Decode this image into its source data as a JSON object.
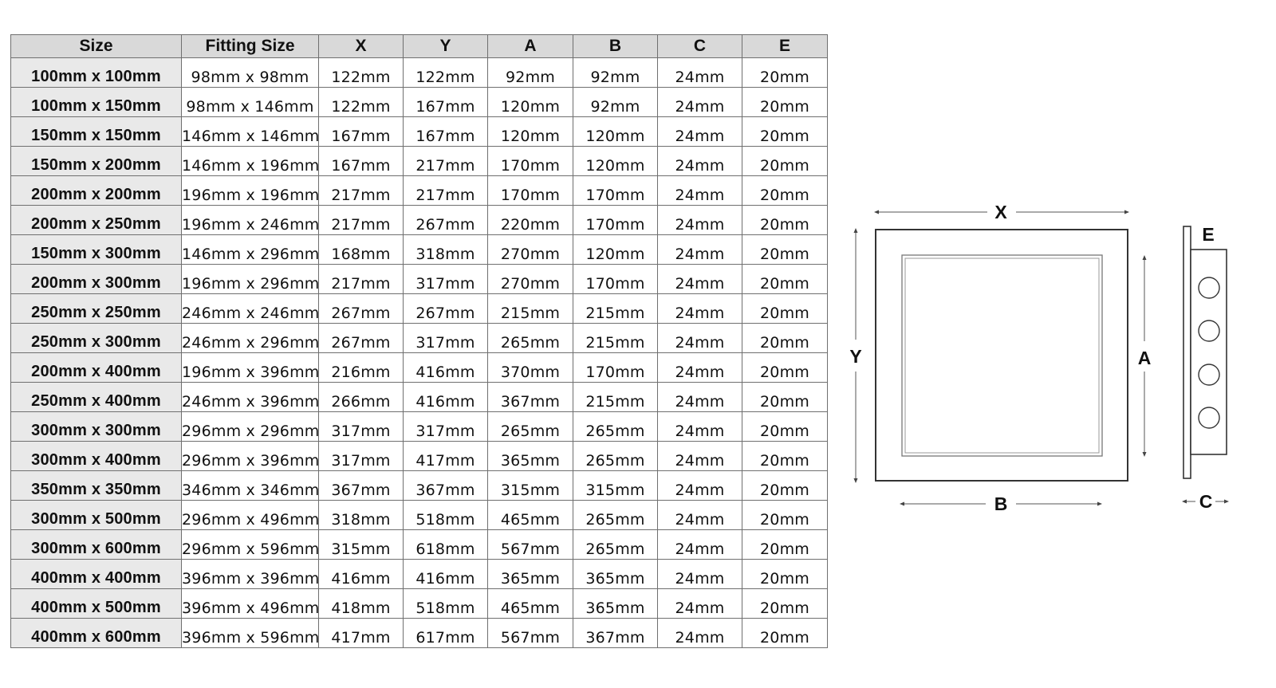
{
  "table": {
    "headers": [
      "Size",
      "Fitting Size",
      "X",
      "Y",
      "A",
      "B",
      "C",
      "E"
    ],
    "rows": [
      [
        "100mm x 100mm",
        "98mm x 98mm",
        "122mm",
        "122mm",
        "92mm",
        "92mm",
        "24mm",
        "20mm"
      ],
      [
        "100mm x 150mm",
        "98mm x 146mm",
        "122mm",
        "167mm",
        "120mm",
        "92mm",
        "24mm",
        "20mm"
      ],
      [
        "150mm x 150mm",
        "146mm x 146mm",
        "167mm",
        "167mm",
        "120mm",
        "120mm",
        "24mm",
        "20mm"
      ],
      [
        "150mm x 200mm",
        "146mm x 196mm",
        "167mm",
        "217mm",
        "170mm",
        "120mm",
        "24mm",
        "20mm"
      ],
      [
        "200mm x 200mm",
        "196mm x 196mm",
        "217mm",
        "217mm",
        "170mm",
        "170mm",
        "24mm",
        "20mm"
      ],
      [
        "200mm x 250mm",
        "196mm x 246mm",
        "217mm",
        "267mm",
        "220mm",
        "170mm",
        "24mm",
        "20mm"
      ],
      [
        "150mm x 300mm",
        "146mm x 296mm",
        "168mm",
        "318mm",
        "270mm",
        "120mm",
        "24mm",
        "20mm"
      ],
      [
        "200mm x 300mm",
        "196mm x 296mm",
        "217mm",
        "317mm",
        "270mm",
        "170mm",
        "24mm",
        "20mm"
      ],
      [
        "250mm x 250mm",
        "246mm x 246mm",
        "267mm",
        "267mm",
        "215mm",
        "215mm",
        "24mm",
        "20mm"
      ],
      [
        "250mm x 300mm",
        "246mm x 296mm",
        "267mm",
        "317mm",
        "265mm",
        "215mm",
        "24mm",
        "20mm"
      ],
      [
        "200mm x 400mm",
        "196mm x 396mm",
        "216mm",
        "416mm",
        "370mm",
        "170mm",
        "24mm",
        "20mm"
      ],
      [
        "250mm x 400mm",
        "246mm x 396mm",
        "266mm",
        "416mm",
        "367mm",
        "215mm",
        "24mm",
        "20mm"
      ],
      [
        "300mm x 300mm",
        "296mm x 296mm",
        "317mm",
        "317mm",
        "265mm",
        "265mm",
        "24mm",
        "20mm"
      ],
      [
        "300mm x 400mm",
        "296mm x 396mm",
        "317mm",
        "417mm",
        "365mm",
        "265mm",
        "24mm",
        "20mm"
      ],
      [
        "350mm x 350mm",
        "346mm x 346mm",
        "367mm",
        "367mm",
        "315mm",
        "315mm",
        "24mm",
        "20mm"
      ],
      [
        "300mm x 500mm",
        "296mm x 496mm",
        "318mm",
        "518mm",
        "465mm",
        "265mm",
        "24mm",
        "20mm"
      ],
      [
        "300mm x 600mm",
        "296mm x 596mm",
        "315mm",
        "618mm",
        "567mm",
        "265mm",
        "24mm",
        "20mm"
      ],
      [
        "400mm x 400mm",
        "396mm x 396mm",
        "416mm",
        "416mm",
        "365mm",
        "365mm",
        "24mm",
        "20mm"
      ],
      [
        "400mm x 500mm",
        "396mm x 496mm",
        "418mm",
        "518mm",
        "465mm",
        "365mm",
        "24mm",
        "20mm"
      ],
      [
        "400mm x 600mm",
        "396mm x 596mm",
        "417mm",
        "617mm",
        "567mm",
        "367mm",
        "24mm",
        "20mm"
      ]
    ]
  },
  "diagram": {
    "label_x": "X",
    "label_y": "Y",
    "label_a": "A",
    "label_b": "B",
    "label_c": "C",
    "label_e": "E"
  },
  "colors": {
    "header_bg": "#d9d9d9",
    "size_col_bg": "#e9e9e9",
    "border": "#6f6f6f"
  }
}
